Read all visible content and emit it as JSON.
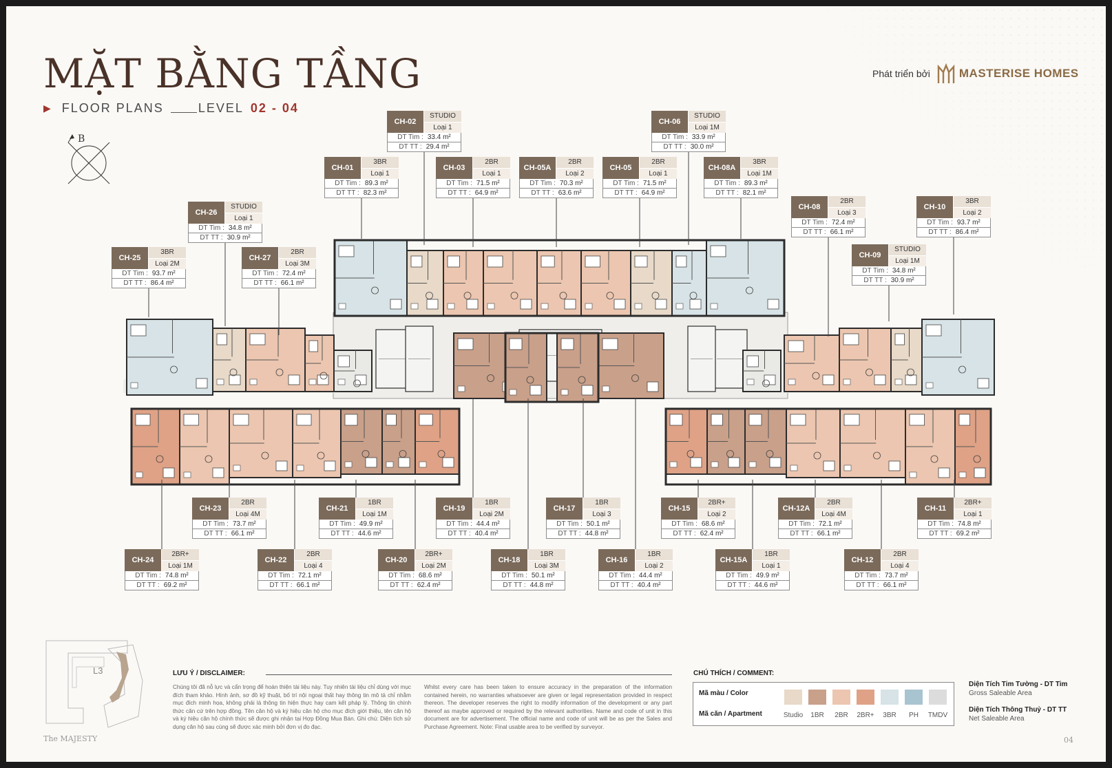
{
  "header": {
    "title": "MẶT BẰNG TẦNG",
    "subtitle_floor": "FLOOR PLANS",
    "subtitle_level": "LEVEL",
    "level_value": "02 - 04",
    "developer_prefix": "Phát triển bởi",
    "developer_name": "MASTERISE HOMES",
    "compass_letter": "B"
  },
  "units": [
    {
      "code": "CH-01",
      "type": "3BR",
      "loai": "Loại 1",
      "tim": "89.3 m²",
      "tt": "82.3 m²"
    },
    {
      "code": "CH-02",
      "type": "STUDIO",
      "loai": "Loại 1",
      "tim": "33.4 m²",
      "tt": "29.4 m²"
    },
    {
      "code": "CH-03",
      "type": "2BR",
      "loai": "Loại 1",
      "tim": "71.5 m²",
      "tt": "64.9 m²"
    },
    {
      "code": "CH-05A",
      "type": "2BR",
      "loai": "Loại 2",
      "tim": "70.3 m²",
      "tt": "63.6 m²"
    },
    {
      "code": "CH-05",
      "type": "2BR",
      "loai": "Loại 1",
      "tim": "71.5 m²",
      "tt": "64.9 m²"
    },
    {
      "code": "CH-06",
      "type": "STUDIO",
      "loai": "Loại 1M",
      "tim": "33.9 m²",
      "tt": "30.0 m²"
    },
    {
      "code": "CH-08A",
      "type": "3BR",
      "loai": "Loại 1M",
      "tim": "89.3 m²",
      "tt": "82.1 m²"
    },
    {
      "code": "CH-08",
      "type": "2BR",
      "loai": "Loại 3",
      "tim": "72.4 m²",
      "tt": "66.1 m²"
    },
    {
      "code": "CH-10",
      "type": "3BR",
      "loai": "Loại 2",
      "tim": "93.7 m²",
      "tt": "86.4 m²"
    },
    {
      "code": "CH-09",
      "type": "STUDIO",
      "loai": "Loại 1M",
      "tim": "34.8 m²",
      "tt": "30.9 m²"
    },
    {
      "code": "CH-26",
      "type": "STUDIO",
      "loai": "Loại 1",
      "tim": "34.8 m²",
      "tt": "30.9 m²"
    },
    {
      "code": "CH-25",
      "type": "3BR",
      "loai": "Loại 2M",
      "tim": "93.7 m²",
      "tt": "86.4 m²"
    },
    {
      "code": "CH-27",
      "type": "2BR",
      "loai": "Loại 3M",
      "tim": "72.4 m²",
      "tt": "66.1 m²"
    },
    {
      "code": "CH-23",
      "type": "2BR",
      "loai": "Loại 4M",
      "tim": "73.7 m²",
      "tt": "66.1 m²"
    },
    {
      "code": "CH-21",
      "type": "1BR",
      "loai": "Loại 1M",
      "tim": "49.9 m²",
      "tt": "44.6 m²"
    },
    {
      "code": "CH-19",
      "type": "1BR",
      "loai": "Loại 2M",
      "tim": "44.4 m²",
      "tt": "40.4 m²"
    },
    {
      "code": "CH-17",
      "type": "1BR",
      "loai": "Loại 3",
      "tim": "50.1 m²",
      "tt": "44.8 m²"
    },
    {
      "code": "CH-15",
      "type": "2BR+",
      "loai": "Loại 2",
      "tim": "68.6 m²",
      "tt": "62.4 m²"
    },
    {
      "code": "CH-12A",
      "type": "2BR",
      "loai": "Loại 4M",
      "tim": "72.1 m²",
      "tt": "66.1 m²"
    },
    {
      "code": "CH-11",
      "type": "2BR+",
      "loai": "Loại 1",
      "tim": "74.8 m²",
      "tt": "69.2 m²"
    },
    {
      "code": "CH-24",
      "type": "2BR+",
      "loai": "Loại 1M",
      "tim": "74.8 m²",
      "tt": "69.2 m²"
    },
    {
      "code": "CH-22",
      "type": "2BR",
      "loai": "Loại 4",
      "tim": "72.1 m²",
      "tt": "66.1 m²"
    },
    {
      "code": "CH-20",
      "type": "2BR+",
      "loai": "Loại 2M",
      "tim": "68.6 m²",
      "tt": "62.4 m²"
    },
    {
      "code": "CH-18",
      "type": "1BR",
      "loai": "Loại 3M",
      "tim": "50.1 m²",
      "tt": "44.8 m²"
    },
    {
      "code": "CH-16",
      "type": "1BR",
      "loai": "Loại 2",
      "tim": "44.4 m²",
      "tt": "40.4 m²"
    },
    {
      "code": "CH-15A",
      "type": "1BR",
      "loai": "Loại 1",
      "tim": "49.9 m²",
      "tt": "44.6 m²"
    },
    {
      "code": "CH-12",
      "type": "2BR",
      "loai": "Loại 4",
      "tim": "73.7 m²",
      "tt": "66.1 m²"
    }
  ],
  "card_labels": {
    "tim": "DT Tim :",
    "tt": "DT TT :"
  },
  "site": {
    "block_label": "L3",
    "project_name": "The MAJESTY"
  },
  "disclaimer": {
    "heading": "LƯU Ý / DISCLAIMER:",
    "vi": "Chúng tôi đã nỗ lực và cẩn trọng để hoàn thiện tài liệu này. Tuy nhiên tài liệu chỉ dùng với mục đích tham khảo. Hình ảnh, sơ đồ kỹ thuật, bố trí nội ngoại thất hay thông tin mô tả chỉ nhằm mục đích minh họa, không phải là thông tin hiện thực hay cam kết pháp lý. Thông tin chính thức căn cứ trên hợp đồng. Tên căn hộ và ký hiệu căn hộ cho mục đích giới thiệu, tên căn hộ và ký hiệu căn hộ chính thức sẽ được ghi nhận tại Hợp Đồng Mua Bán. Ghi chú: Diện tích sử dụng căn hộ sau cùng sẽ được xác minh bởi đơn vị đo đạc.",
    "en": "Whilst every care has been taken to ensure accuracy in the preparation of the information contained herein, no warranties whatsoever are given or legal representation provided in respect thereon. The developer reserves the right to modify information of the development or any part thereof as maybe approved or required by the relevant authorities. Name and code of unit in this document are for advertisement. The official name and code of unit will be as per the Sales and Purchase Agreement. Note: Final usable area to be verified by surveyor."
  },
  "legend": {
    "heading": "CHÚ THÍCH / COMMENT:",
    "color_label": "Mã màu / Color",
    "apartment_label": "Mã căn / Apartment",
    "items": [
      {
        "label": "Studio",
        "color": "#e8d9c8"
      },
      {
        "label": "1BR",
        "color": "#c9a08a"
      },
      {
        "label": "2BR",
        "color": "#ecc6b0"
      },
      {
        "label": "2BR+",
        "color": "#dfa286"
      },
      {
        "label": "3BR",
        "color": "#d7e3e6"
      },
      {
        "label": "PH",
        "color": "#a8c4d0"
      },
      {
        "label": "TMDV",
        "color": "#dcdcdc"
      }
    ],
    "gross_title": "Diện Tích Tim Tường - DT Tim",
    "gross_sub": "Gross Saleable Area",
    "net_title": "Diện Tích Thông Thuỷ - DT TT",
    "net_sub": "Net Saleable Area"
  },
  "page_number": "04"
}
